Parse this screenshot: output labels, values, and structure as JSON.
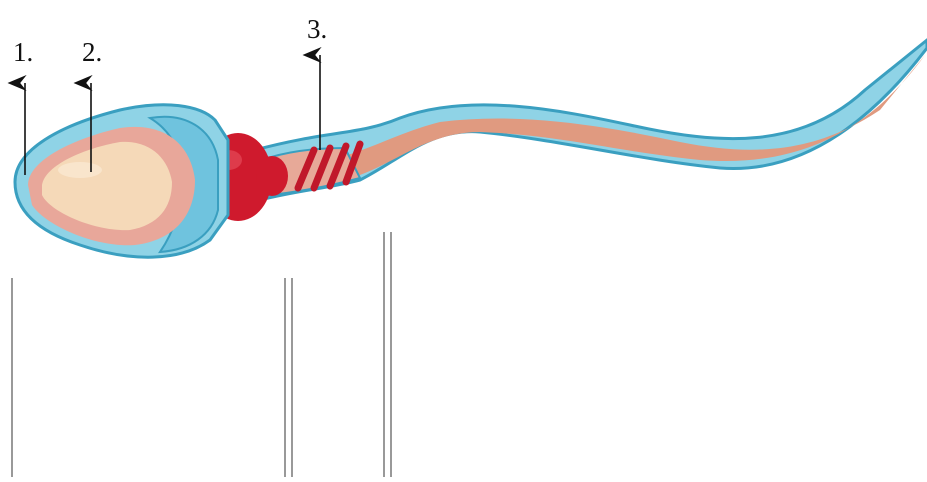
{
  "labels": {
    "one": "1.",
    "two": "2.",
    "three": "3."
  },
  "colors": {
    "outer_membrane": "#8fd3e6",
    "outer_outline": "#3a9fc0",
    "acrosome": "#e8a79a",
    "nucleus": "#f5d9b8",
    "cap": "#6fc3de",
    "midpiece": "#d0182b",
    "tail_core": "#e09a80",
    "pointer": "#111111",
    "guide_line": "#999999"
  }
}
